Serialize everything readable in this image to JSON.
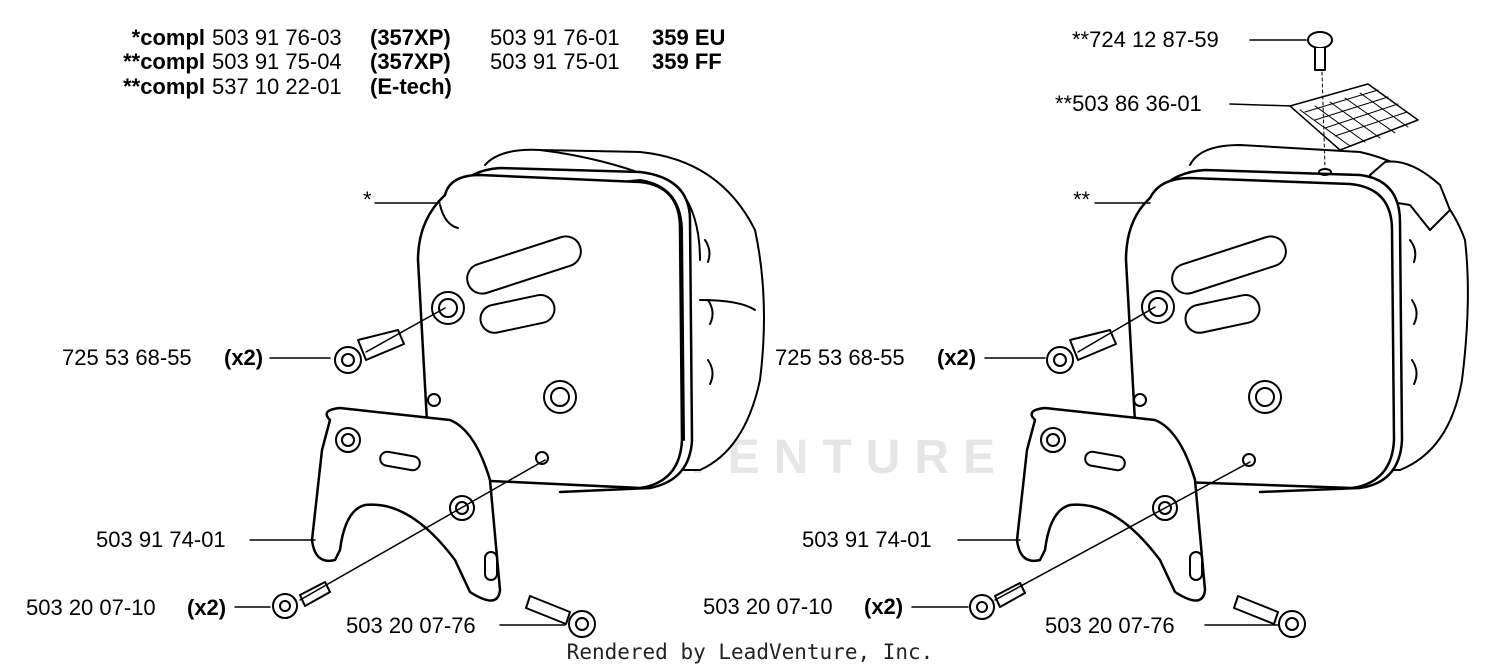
{
  "header": {
    "rows": [
      {
        "tag": "*compl",
        "part": "503 91 76-03",
        "model": "(357XP)",
        "alt_part": "503 91 76-01",
        "alt_model": "359 EU"
      },
      {
        "tag": "**compl",
        "part": "503 91 75-04",
        "model": "(357XP)",
        "alt_part": "503 91 75-01",
        "alt_model": "359 FF"
      },
      {
        "tag": "**compl",
        "part": "537 10 22-01",
        "model": "(E-tech)"
      }
    ]
  },
  "left_labels": {
    "muffler_marker": "*",
    "bolt": "725 53 68-55",
    "bolt_qty": "(x2)",
    "bracket": "503 91 74-01",
    "screw": "503 20 07-10",
    "screw_qty": "(x2)",
    "screw2": "503 20 07-76"
  },
  "right_labels": {
    "top_screw": "**724 12 87-59",
    "screen": "**503 86 36-01",
    "muffler_marker": "**",
    "bolt": "725 53 68-55",
    "bolt_qty": "(x2)",
    "bracket": "503 91 74-01",
    "screw": "503 20 07-10",
    "screw_qty": "(x2)",
    "screw2": "503 20 07-76"
  },
  "watermark": "LEADVENTURE",
  "footer": "Rendered by LeadVenture, Inc."
}
